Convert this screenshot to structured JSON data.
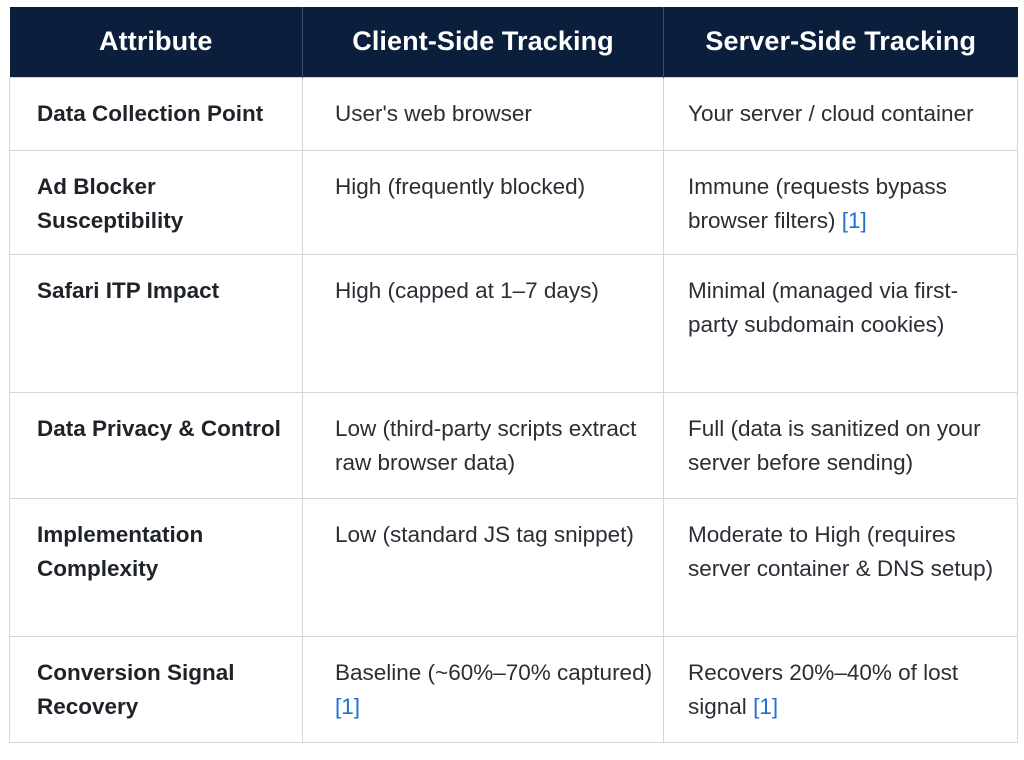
{
  "table": {
    "headers": [
      "Attribute",
      "Client-Side Tracking",
      "Server-Side Tracking"
    ],
    "rows": [
      {
        "attribute": "Data Collection Point",
        "client": "User's web browser",
        "client_cite": "",
        "server": "Your server / cloud container",
        "server_cite": ""
      },
      {
        "attribute": "Ad Blocker Susceptibility",
        "client": "High (frequently blocked)",
        "client_cite": "",
        "server": "Immune (requests bypass browser filters)",
        "server_cite": "[1]"
      },
      {
        "attribute": "Safari ITP Impact",
        "client": "High (capped at 1–7 days)",
        "client_cite": "",
        "server": "Minimal (managed via first-party subdomain cookies)",
        "server_cite": ""
      },
      {
        "attribute": "Data Privacy & Control",
        "client": "Low (third-party scripts extract raw browser data)",
        "client_cite": "",
        "server": "Full (data is sanitized on your server before sending)",
        "server_cite": ""
      },
      {
        "attribute": "Implementation Complexity",
        "client": "Low (standard JS tag snippet)",
        "client_cite": "",
        "server": "Moderate to High (requires server container & DNS setup)",
        "server_cite": ""
      },
      {
        "attribute": "Conversion Signal Recovery",
        "client": "Baseline (~60%–70% captured)",
        "client_cite": "[1]",
        "server": "Recovers 20%–40% of lost signal",
        "server_cite": "[1]"
      }
    ]
  }
}
